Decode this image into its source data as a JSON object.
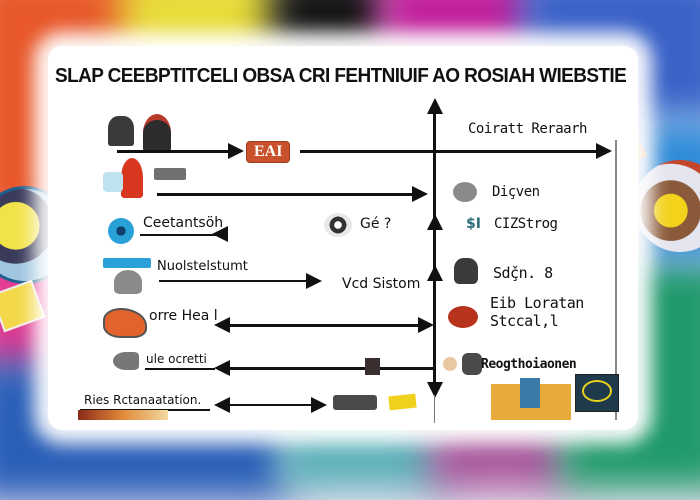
{
  "diagram": {
    "title": "SLAP CEEBPTITCELI OBSA CRI FEHTNIUIF AO ROSIAH WIEBSTIE",
    "colors": {
      "board": "#ffffff",
      "ink": "#111111",
      "badge": "#c9512b",
      "orange": "#e2632b",
      "blue": "#2aa0d8",
      "yellow": "#f0d21e",
      "teal": "#2b6f7a"
    },
    "center_badge": "EAI",
    "top_right_label": "Coiratt Reraarh",
    "left_items": [
      {
        "icon": "people-icon",
        "label": ""
      },
      {
        "icon": "red-tag-icon",
        "label": ""
      },
      {
        "icon": "camera-lens-icon",
        "label": "Ceetantsöh"
      },
      {
        "icon": "tool-icon",
        "label": "Nuolstelstumt"
      },
      {
        "icon": "orange-device-icon",
        "label": "orre Hea l"
      },
      {
        "icon": "tape-icon",
        "label": "ule ocretti"
      },
      {
        "icon": "list-icon",
        "label": "Ries Rctanaatation."
      }
    ],
    "middle_items": [
      {
        "icon": "eye-icon",
        "label": "Gé ?"
      },
      {
        "icon": "",
        "label": "Vcd Sistom"
      }
    ],
    "right_items": [
      {
        "icon": "globe-icon",
        "label": "Diçven"
      },
      {
        "icon": "dollar-icon",
        "label": "CIZStrog"
      },
      {
        "icon": "bag-icon",
        "label": "Sdç̌n. 8"
      },
      {
        "icon": "red-bowl-icon",
        "label": "Eib Loratan"
      },
      {
        "icon": "",
        "label": "Stccal,l"
      },
      {
        "icon": "robot-icon",
        "label": "Reogthoiaonen"
      }
    ]
  }
}
